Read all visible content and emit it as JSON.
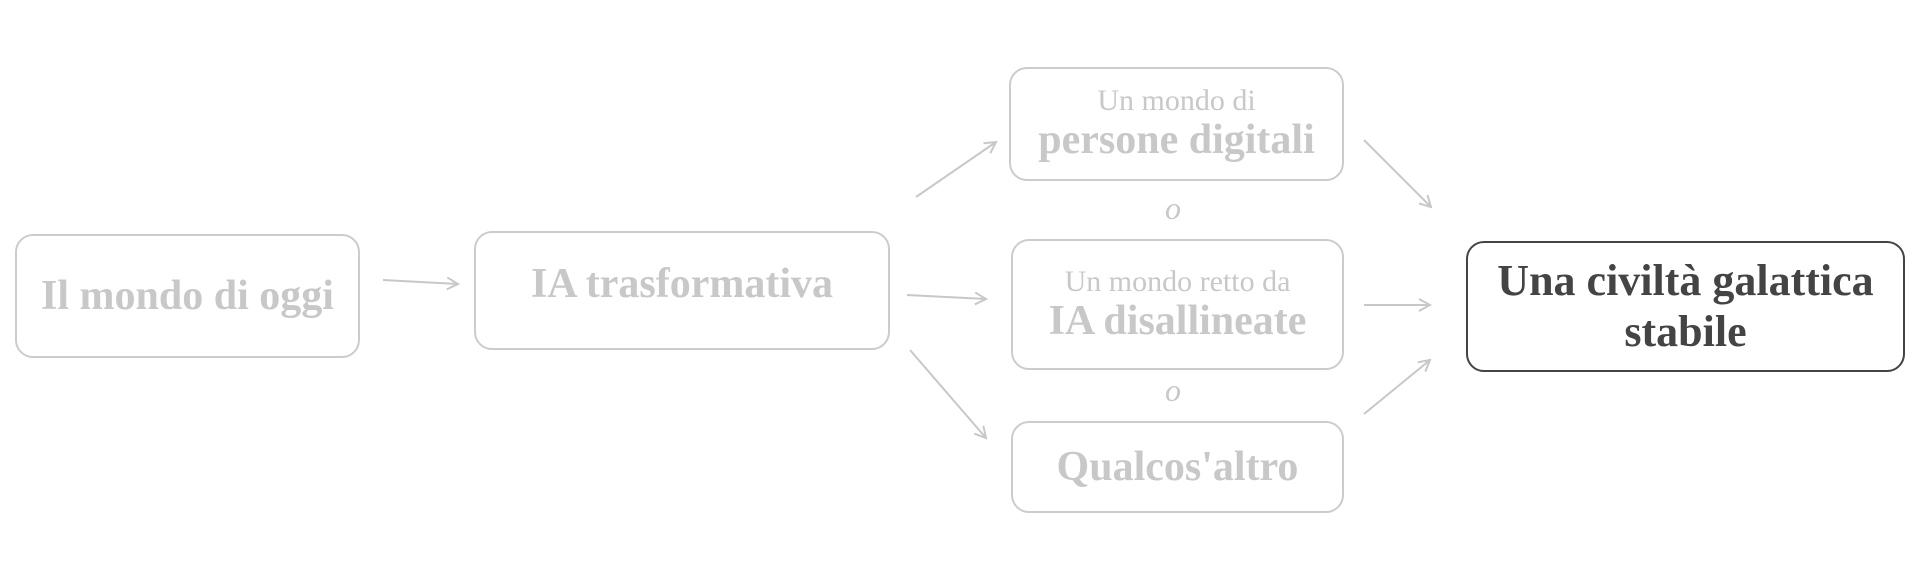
{
  "diagram": {
    "nodes": [
      {
        "id": "today",
        "bold": "Il mondo di oggi"
      },
      {
        "id": "transformative-ai",
        "bold": "IA trasformativa"
      },
      {
        "id": "digital-people",
        "small": "Un mondo di",
        "bold": "persone digitali"
      },
      {
        "id": "misaligned-ai",
        "small": "Un mondo retto da",
        "bold": "IA disallineate"
      },
      {
        "id": "something-else",
        "bold": "Qualcos'altro"
      },
      {
        "id": "galactic-civilization",
        "line1": "Una civiltà galattica",
        "line2": "stabile",
        "highlighted": true
      }
    ],
    "separators": [
      "o",
      "o"
    ],
    "edges": [
      [
        "today",
        "transformative-ai"
      ],
      [
        "transformative-ai",
        "digital-people"
      ],
      [
        "transformative-ai",
        "misaligned-ai"
      ],
      [
        "transformative-ai",
        "something-else"
      ],
      [
        "digital-people",
        "galactic-civilization"
      ],
      [
        "misaligned-ai",
        "galactic-civilization"
      ],
      [
        "something-else",
        "galactic-civilization"
      ]
    ],
    "colors": {
      "muted": "#c8c8c8",
      "muted_border": "#cccccc",
      "highlight": "#444444",
      "background": "#ffffff"
    }
  }
}
